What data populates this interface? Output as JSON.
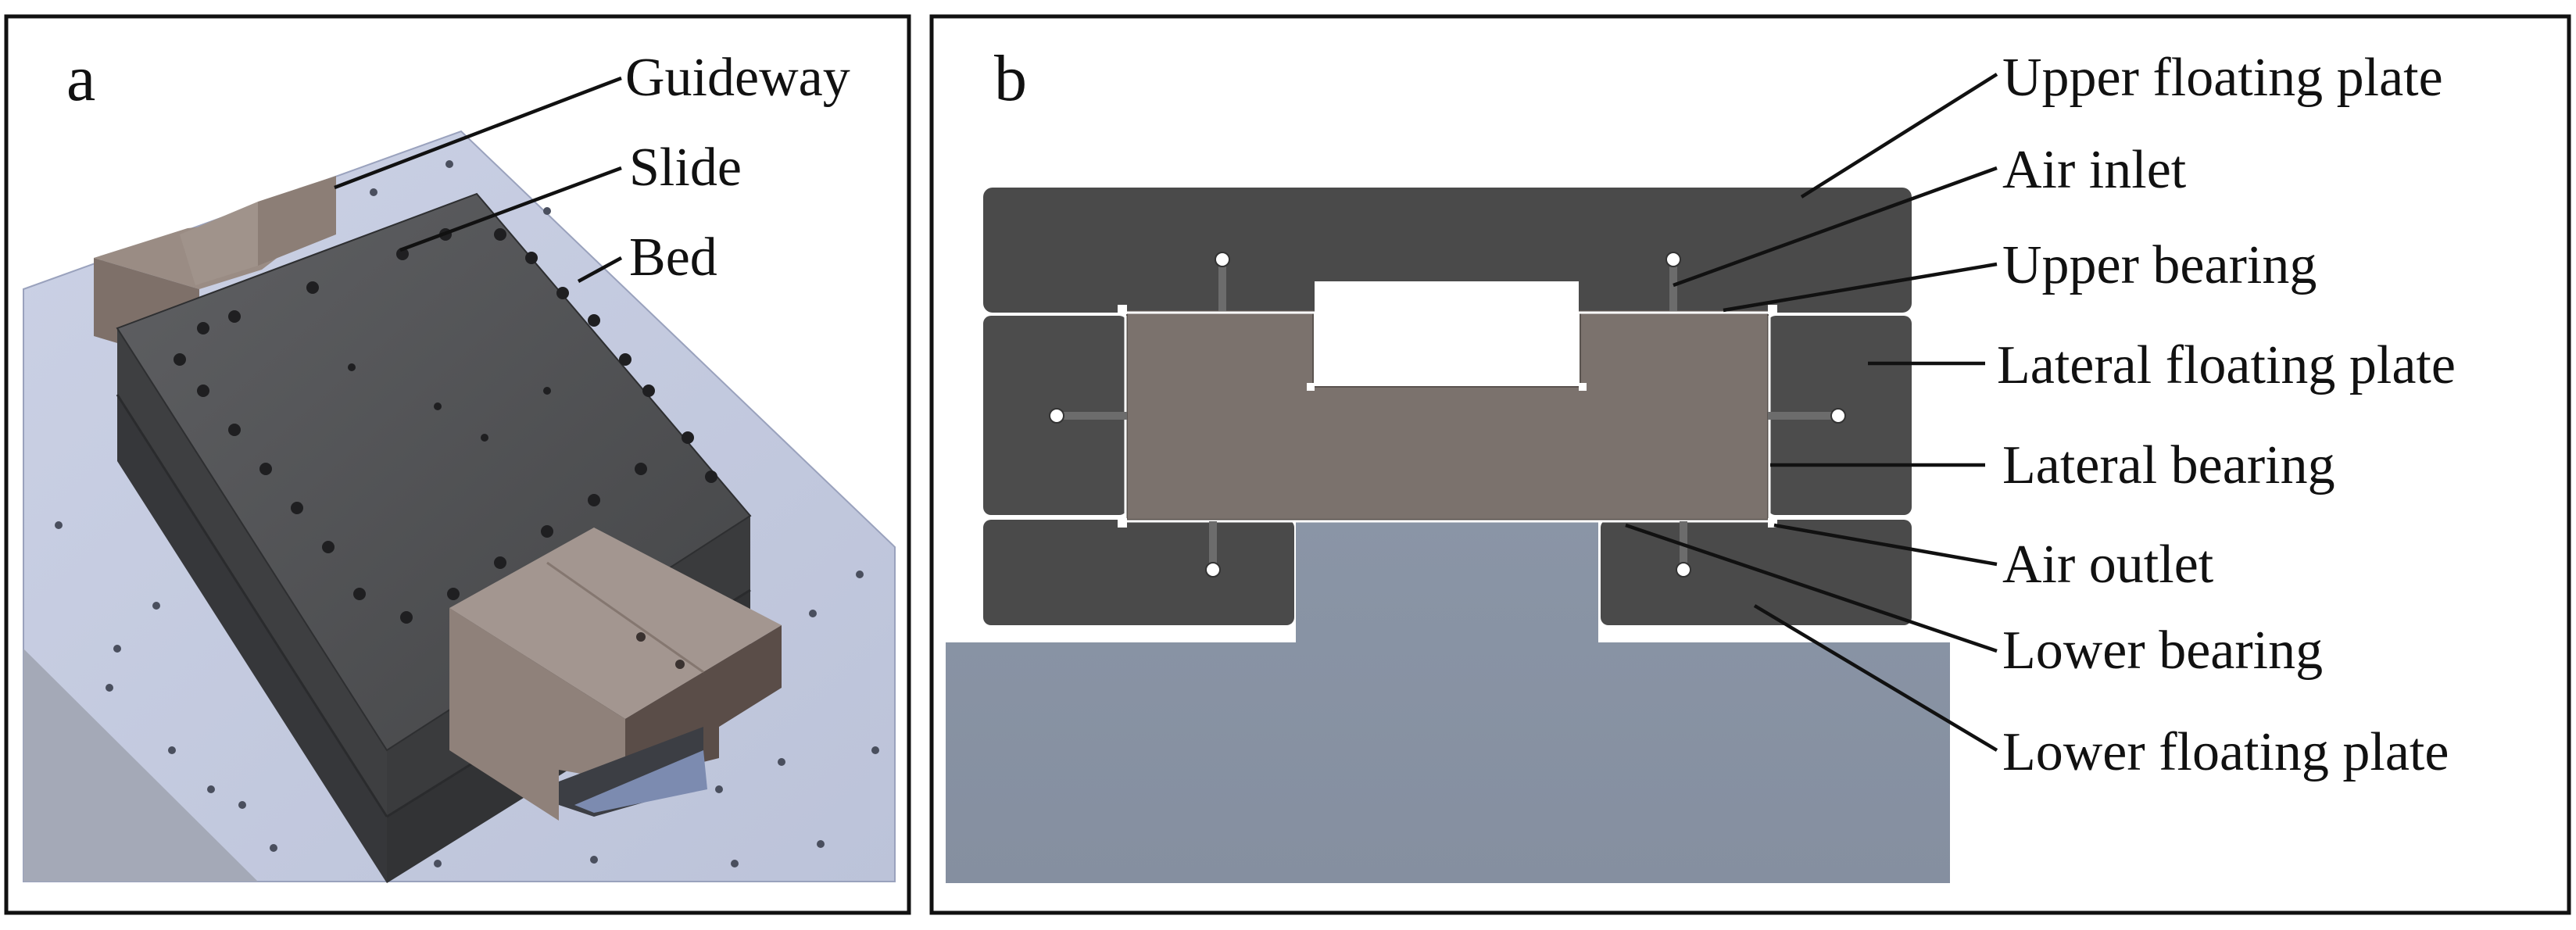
{
  "panel_a": {
    "letter": "a",
    "labels": {
      "guideway": "Guideway",
      "slide": "Slide",
      "bed": "Bed"
    }
  },
  "panel_b": {
    "letter": "b",
    "labels": {
      "upper_floating_plate": "Upper floating plate",
      "air_inlet": "Air inlet",
      "upper_bearing": "Upper bearing",
      "lateral_floating_plate": "Lateral floating plate",
      "lateral_bearing": "Lateral bearing",
      "air_outlet": "Air outlet",
      "lower_bearing": "Lower bearing",
      "lower_floating_plate": "Lower floating plate"
    }
  },
  "colors": {
    "bed": "#c3cadf",
    "slide_dark": "#4f5052",
    "guideway": "#8a7c74",
    "floating_plate": "#4a4a4a",
    "guideway_section": "#7b726d",
    "base_section": "#8893a3"
  }
}
